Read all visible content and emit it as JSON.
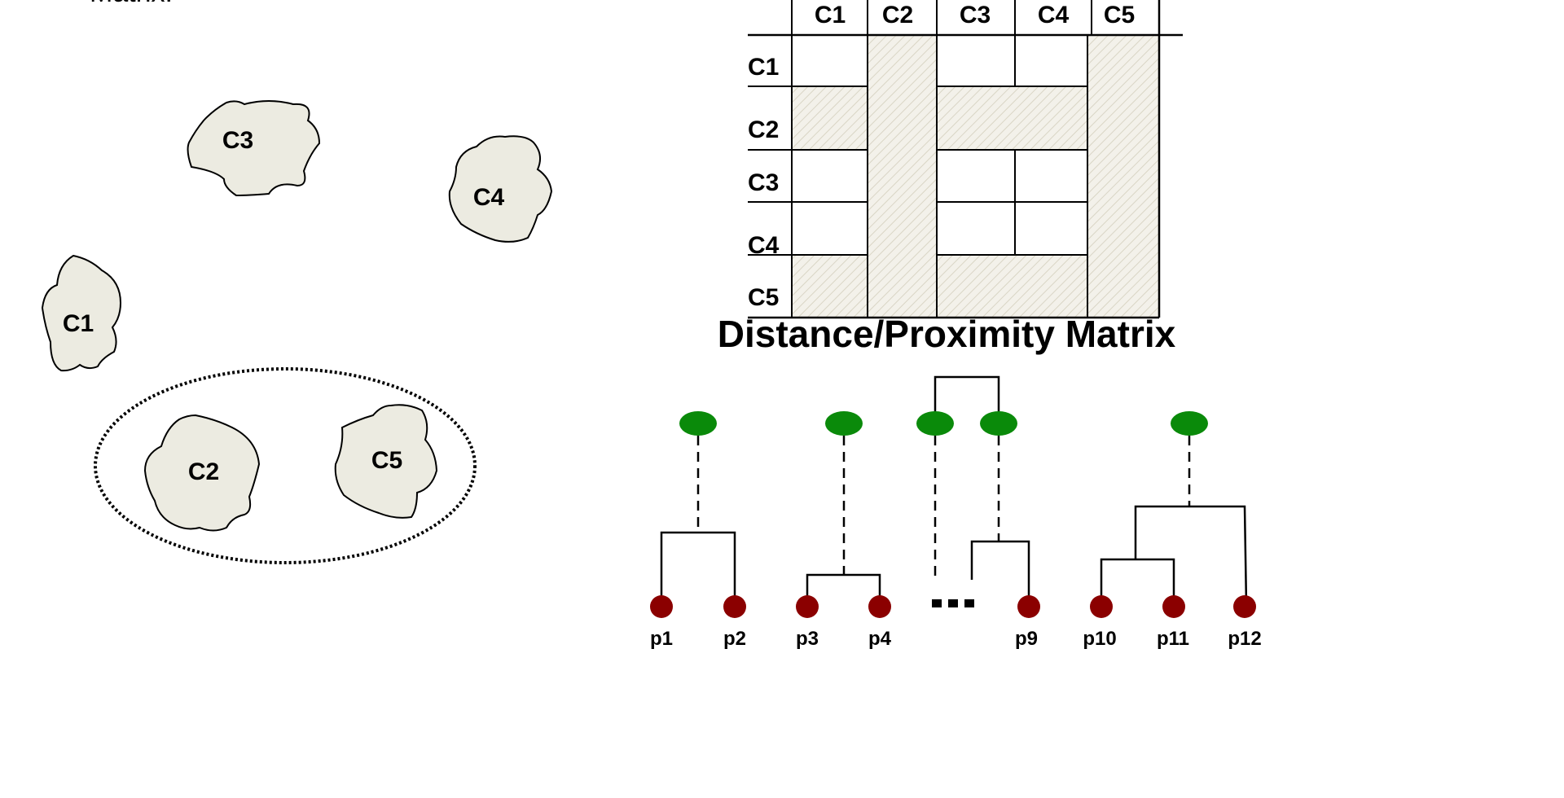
{
  "top_cut_text": "Matrix.",
  "clusters": [
    {
      "id": "c3",
      "label": "C3"
    },
    {
      "id": "c4",
      "label": "C4"
    },
    {
      "id": "c1",
      "label": "C1"
    },
    {
      "id": "c2",
      "label": "C2"
    },
    {
      "id": "c5",
      "label": "C5"
    }
  ],
  "matrix": {
    "col_headers": [
      "C1",
      "C2",
      "C3",
      "C4",
      "C5"
    ],
    "row_headers": [
      "C1",
      "C2",
      "C3",
      "C4",
      "C5"
    ],
    "title": "Distance/Proximity Matrix"
  },
  "dendrogram": {
    "leaves": [
      "p1",
      "p2",
      "p3",
      "p4",
      "p9",
      "p10",
      "p11",
      "p12"
    ],
    "ellipsis": "..."
  },
  "colors": {
    "cluster_fill": "#ecebe1",
    "hatch_fill": "#f1efe6",
    "node_green": "#0a8a0a",
    "leaf_red": "#8b0000"
  }
}
